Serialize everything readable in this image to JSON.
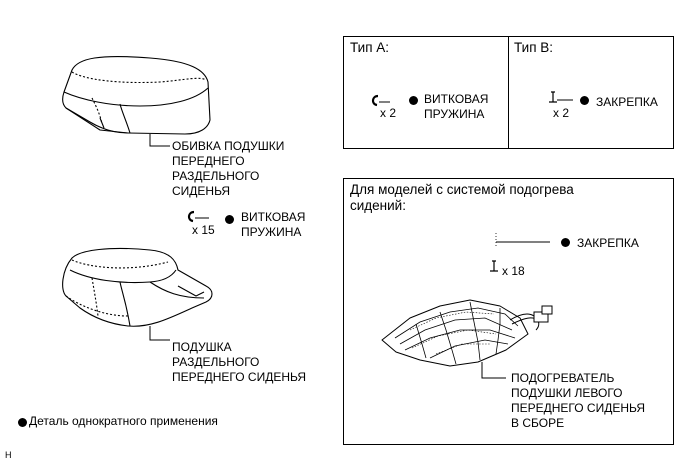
{
  "left": {
    "cover_label": [
      "ОБИВКА ПОДУШКИ",
      "ПЕРЕДНЕГО",
      "РАЗДЕЛЬНОГО",
      "СИДЕНЬЯ"
    ],
    "spring_count": "x 15",
    "spring_label": [
      "ВИТКОВАЯ",
      "ПРУЖИНА"
    ],
    "cushion_label": [
      "ПОДУШКА",
      "РАЗДЕЛЬНОГО",
      "ПЕРЕДНЕГО СИДЕНЬЯ"
    ],
    "legend_text": "Деталь однократного применения",
    "corner_mark": "H"
  },
  "type_a": {
    "title": "Тип А:",
    "count": "x 2",
    "label": [
      "ВИТКОВАЯ",
      "ПРУЖИНА"
    ]
  },
  "type_b": {
    "title": "Тип В:",
    "count": "x 2",
    "label": "ЗАКРЕПКА"
  },
  "heater": {
    "title": [
      "Для моделей с системой подогрева",
      "сидений:"
    ],
    "clip_label": "ЗАКРЕПКА",
    "clip_count": "x 18",
    "assembly_label": [
      "ПОДОГРЕВАТЕЛЬ",
      "ПОДУШКИ ЛЕВОГО",
      "ПЕРЕДНЕГО СИДЕНЬЯ",
      "В СБОРЕ"
    ]
  },
  "icons": [
    "seat-cover-drawing",
    "coil-spring-icon",
    "seat-cushion-drawing",
    "clip-icon",
    "seat-heater-drawing",
    "single-use-dot-icon"
  ]
}
